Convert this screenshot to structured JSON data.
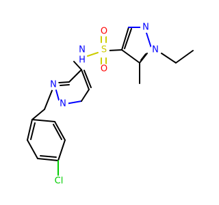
{
  "molecule": {
    "atoms": {
      "sulfur": "S",
      "oxygen_top": "O",
      "oxygen_bottom": "O",
      "amide_nh": "N\nH",
      "pyrazole_a_n1": "N",
      "pyrazole_a_n2": "N",
      "pyrazole_b_n1": "N",
      "pyrazole_b_n2": "N",
      "chlorine": "Cl"
    },
    "colors": {
      "carbon_bond": "#000000",
      "nitrogen": "#0000ff",
      "oxygen": "#ff0000",
      "sulfur": "#cccc00",
      "chlorine": "#00cc00",
      "background": "#ffffff"
    }
  }
}
